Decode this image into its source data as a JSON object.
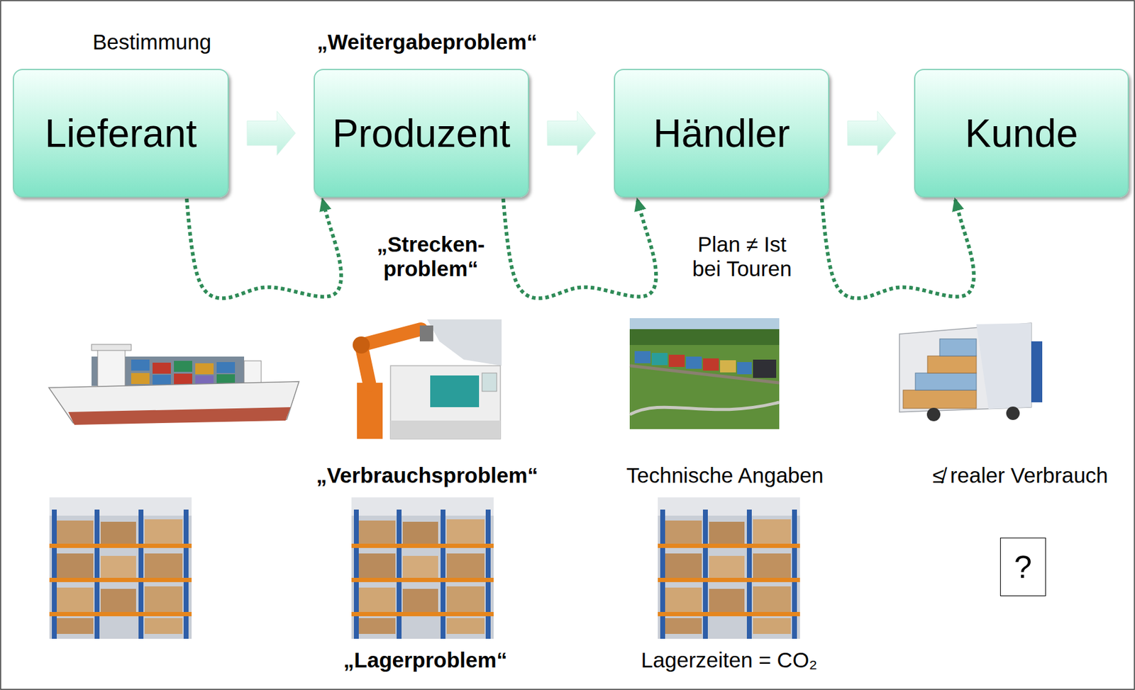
{
  "diagram": {
    "nodes": [
      {
        "text": [
          "Lieferant"
        ]
      },
      {
        "text": [
          "Produzent"
        ]
      },
      {
        "text": [
          "Händler"
        ]
      },
      {
        "text": [
          "Kunde"
        ]
      },
      {
        "text": [
          "?"
        ]
      }
    ],
    "edges": [
      {
        "from": 0,
        "to": 1,
        "arrow": "to"
      },
      {
        "from": 1,
        "to": 2,
        "arrow": "to"
      },
      {
        "from": 2,
        "to": 3,
        "arrow": "to"
      },
      {
        "from": 0,
        "to": 1,
        "arrow": "to"
      },
      {
        "from": 1,
        "to": 2,
        "arrow": "to"
      },
      {
        "from": 2,
        "to": 3,
        "arrow": "to"
      }
    ],
    "labels": [
      "Bestimmung",
      "„Weitergabeproblem“",
      "„Strecken- problem“",
      "Plan ≠ Ist bei Touren",
      "„Verbrauchsproblem“",
      "Technische Angaben",
      "≰ realer Verbrauch",
      "„Lagerproblem“",
      "Lagerzeiten = CO₂"
    ]
  }
}
